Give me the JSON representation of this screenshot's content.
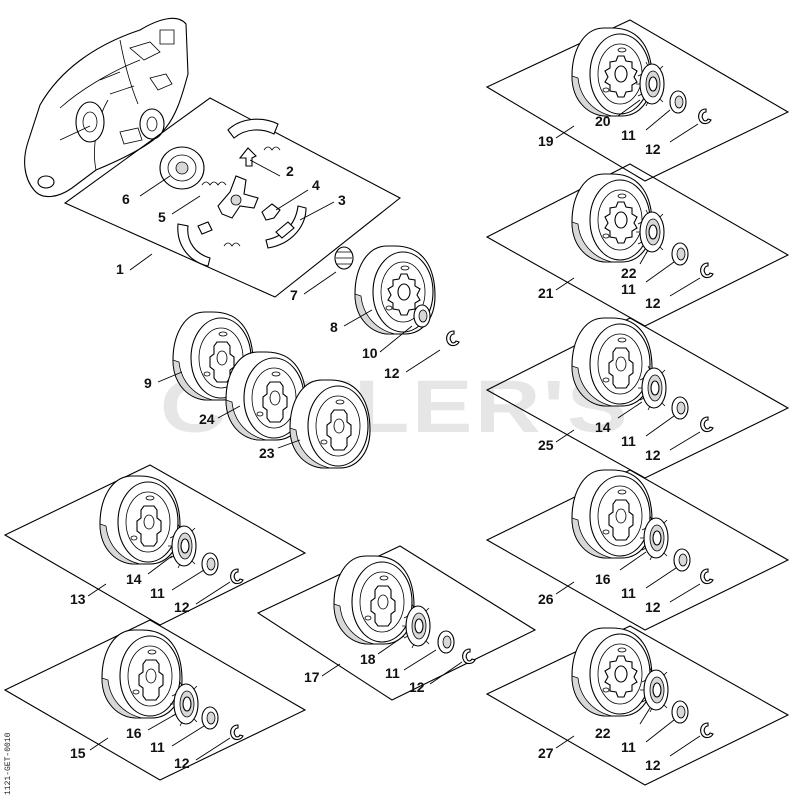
{
  "watermark": "CUTLER'S",
  "image_code": "1121-GET-0010",
  "callouts": {
    "g1": {
      "assembly": "1",
      "clutch": "6",
      "spring_small": "5",
      "shoes": "2",
      "carrier": "4",
      "spring_big": "3"
    },
    "g7": {
      "bearing": "7",
      "drum": "8",
      "washer": "10",
      "eclip": "12"
    },
    "loose": {
      "drum_a": "9",
      "drum_b": "24",
      "drum_c": "23"
    },
    "g19": {
      "kit": "19",
      "sprocket": "20",
      "washer": "11",
      "eclip": "12"
    },
    "g21": {
      "kit": "21",
      "sprocket": "22",
      "washer": "11",
      "eclip": "12"
    },
    "g25": {
      "kit": "25",
      "sprocket": "14",
      "washer": "11",
      "eclip": "12"
    },
    "g26": {
      "kit": "26",
      "sprocket": "16",
      "washer": "11",
      "eclip": "12"
    },
    "g27": {
      "kit": "27",
      "sprocket": "22",
      "washer": "11",
      "eclip": "12"
    },
    "g13": {
      "kit": "13",
      "sprocket": "14",
      "washer": "11",
      "eclip": "12"
    },
    "g15": {
      "kit": "15",
      "sprocket": "16",
      "washer": "11",
      "eclip": "12"
    },
    "g17": {
      "kit": "17",
      "sprocket": "18",
      "washer": "11",
      "eclip": "12"
    }
  }
}
